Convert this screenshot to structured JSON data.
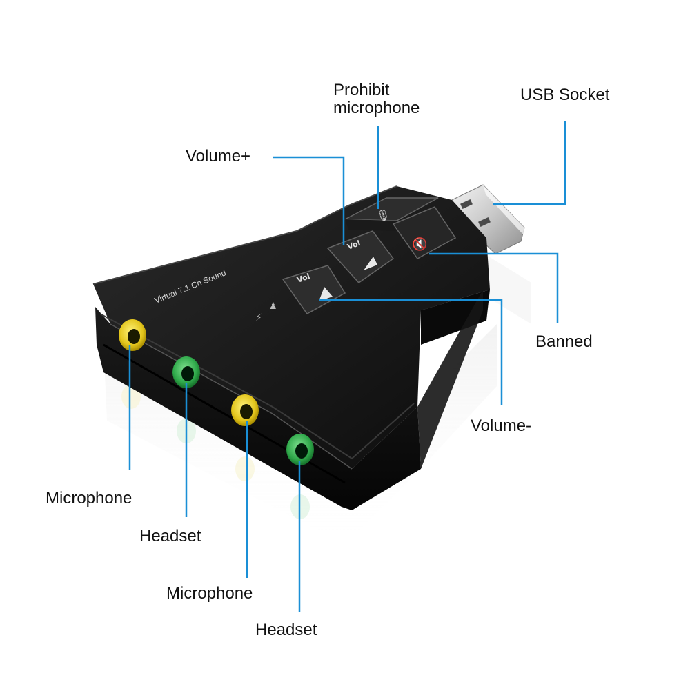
{
  "product": {
    "print": "Virtual 7.1 Ch Sound",
    "vol_key_minus": "Vol",
    "vol_key_plus": "Vol",
    "body_color": "#121212",
    "jack_colors": {
      "yellow": "#e3c51c",
      "green": "#2fa84a"
    }
  },
  "callouts": {
    "color": "#1a8fd6",
    "prohibit_line1": "Prohibit",
    "prohibit_line2": "microphone",
    "usb_socket": "USB Socket",
    "volume_plus": "Volume+",
    "banned": "Banned",
    "volume_minus": "Volume-",
    "microphone_1": "Microphone",
    "headset_1": "Headset",
    "microphone_2": "Microphone",
    "headset_2": "Headset"
  }
}
